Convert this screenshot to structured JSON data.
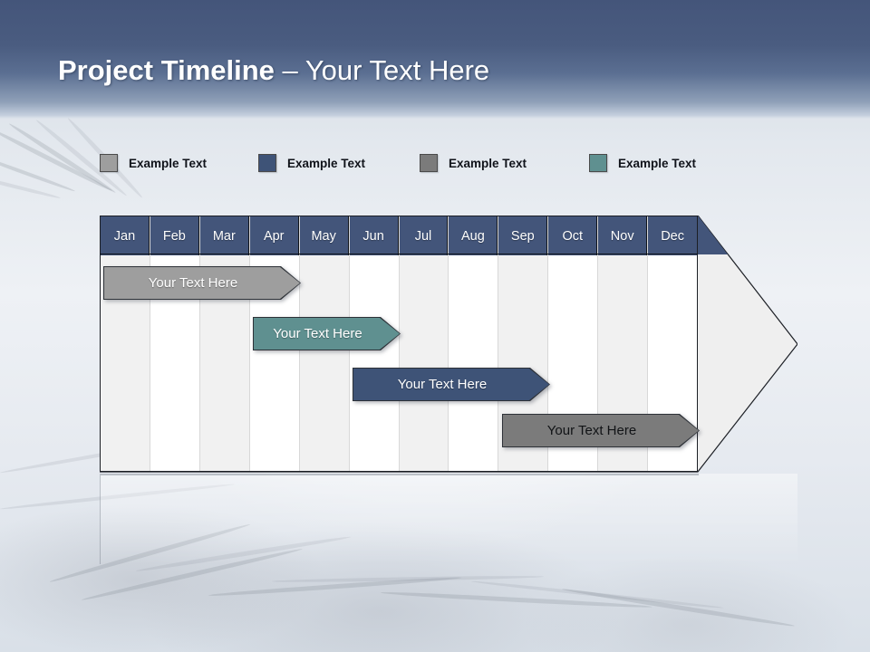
{
  "slide": {
    "title_bold": "Project Timeline",
    "title_rest": " – Your Text Here"
  },
  "legend": {
    "items": [
      {
        "label": "Example Text",
        "color": "#9e9e9e",
        "x": 0
      },
      {
        "label": "Example Text",
        "color": "#3e5377",
        "x": 175
      },
      {
        "label": "Example Text",
        "color": "#7b7b7b",
        "x": 353
      },
      {
        "label": "Example Text",
        "color": "#5f9090",
        "x": 540
      }
    ]
  },
  "chart_data": {
    "type": "bar",
    "title": "Project Timeline – Your Text Here",
    "xlabel": "",
    "ylabel": "",
    "grid": true,
    "legend_position": "top",
    "categories": [
      "Jan",
      "Feb",
      "Mar",
      "Apr",
      "May",
      "Jun",
      "Jul",
      "Aug",
      "Sep",
      "Oct",
      "Nov",
      "Dec"
    ],
    "series": [
      {
        "name": "Example Text",
        "label": "Your  Text Here",
        "color": "#9e9e9e",
        "text_color": "light",
        "start_month": 1,
        "end_month": 4,
        "row": 1
      },
      {
        "name": "Example Text",
        "label": "Your  Text Here",
        "color": "#5f9090",
        "text_color": "light",
        "start_month": 4,
        "end_month": 6,
        "row": 2
      },
      {
        "name": "Example Text",
        "label": "Your  Text Here",
        "color": "#3e5377",
        "text_color": "light",
        "start_month": 6,
        "end_month": 9,
        "row": 3
      },
      {
        "name": "Example Text",
        "label": "Your  Text Here",
        "color": "#7b7b7b",
        "text_color": "dark",
        "start_month": 9,
        "end_month": 12,
        "row": 4
      }
    ]
  },
  "colors": {
    "header_band": "#43557a",
    "grid_line": "#d8d8d8",
    "chart_border": "#1c1f25",
    "arrow_fill": "#efefef"
  }
}
